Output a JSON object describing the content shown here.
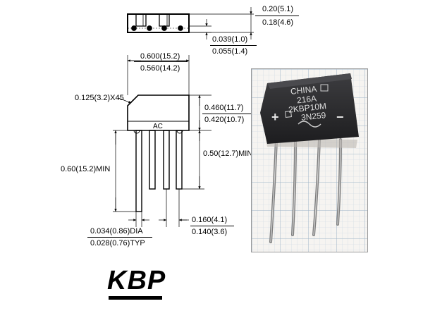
{
  "title": "KBP",
  "top_view": {
    "height_upper": "0.20(5.1)",
    "height_lower": "0.18(4.6)",
    "lead_upper": "0.039(1.0)",
    "lead_lower": "0.055(1.4)"
  },
  "front_view": {
    "width_upper": "0.600(15.2)",
    "width_lower": "0.560(14.2)",
    "chamfer": "0.125(3.2)X45",
    "body_upper": "0.460(11.7)",
    "body_lower": "0.420(10.7)",
    "body_label": "AC",
    "lead_left": "0.60(15.2)MIN",
    "lead_right": "0.50(12.7)MIN",
    "dia_upper": "0.034(0.86)DIA",
    "dia_lower": "0.028(0.76)TYP",
    "pitch_upper": "0.160(4.1)",
    "pitch_lower": "0.140(3.6)"
  },
  "photo": {
    "marking_1": "CHINA",
    "marking_2": "216A",
    "marking_3": "2KBP10M",
    "marking_4": "3N259",
    "plus": "+",
    "minus": "−"
  },
  "colors": {
    "drawing": "#000000",
    "component_body": "#2b2b2d",
    "grid_line": "#b9c9d8",
    "lead_metal": "#9a9a9a"
  }
}
